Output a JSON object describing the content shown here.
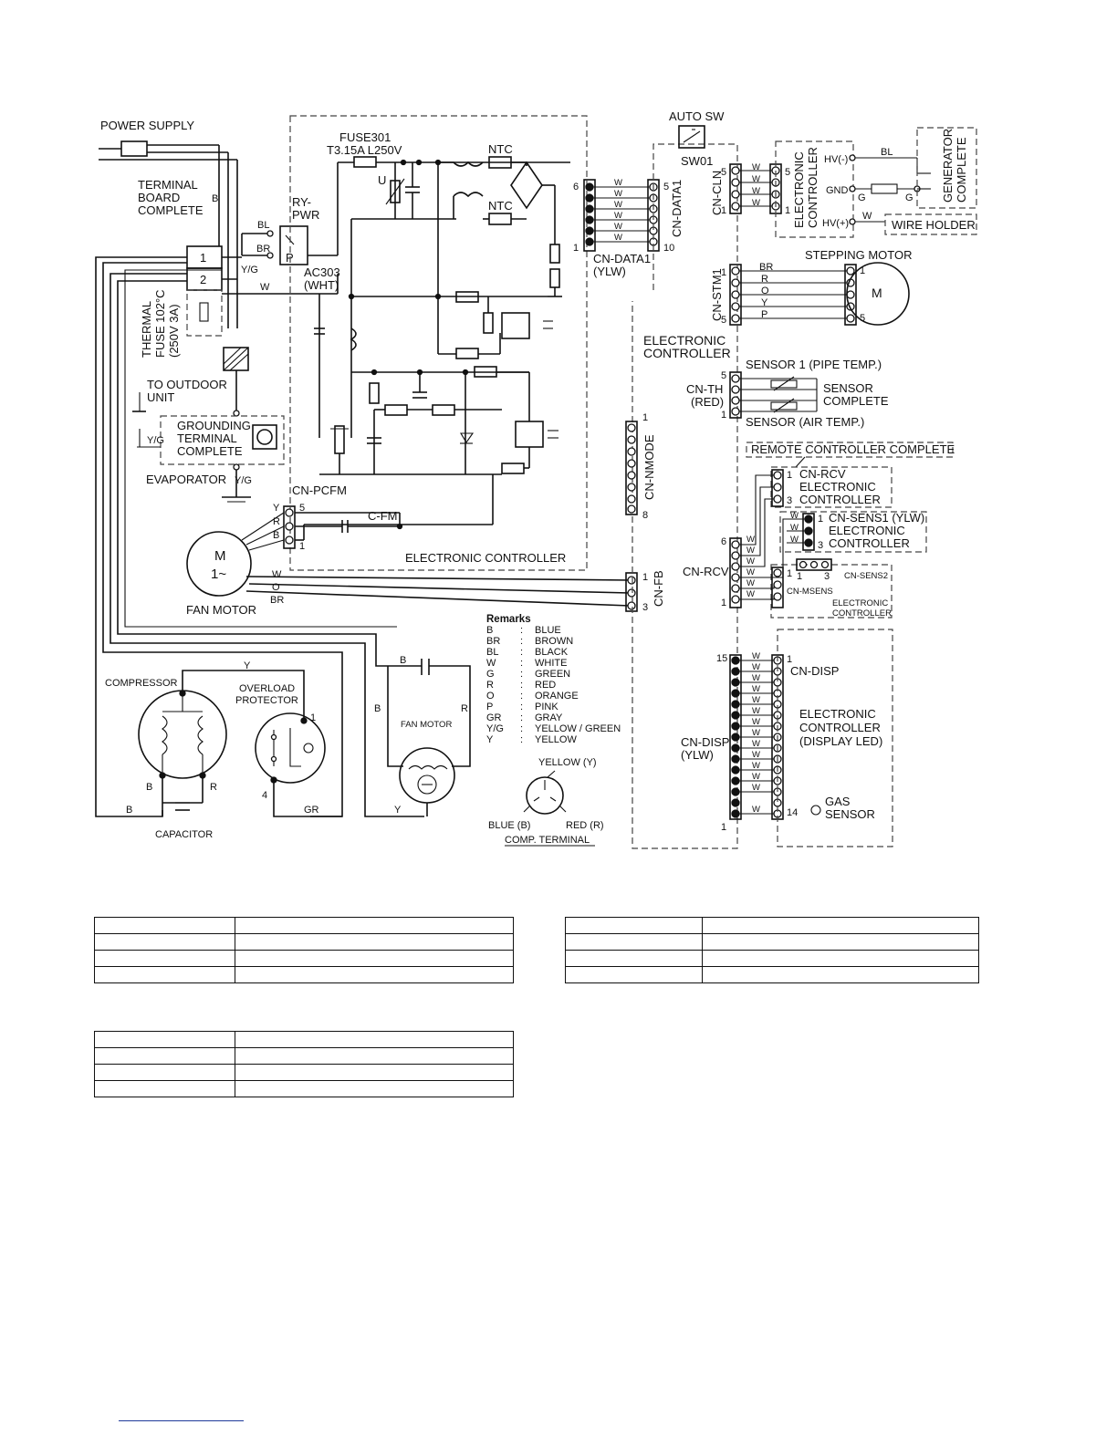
{
  "labels": {
    "power_supply": "POWER SUPPLY",
    "terminal_board": [
      "TERMINAL",
      "BOARD",
      "COMPLETE"
    ],
    "tb_b": "B",
    "fuse301": "FUSE301",
    "fuse301_rating": "T3.15A L250V",
    "ry_pwr": [
      "RY-",
      "PWR"
    ],
    "bl": "BL",
    "br": "BR",
    "p": "P",
    "yg": "Y/G",
    "w": "W",
    "ac303": [
      "AC303",
      "(WHT)"
    ],
    "u": "U",
    "ntc1": "NTC",
    "ntc2": "NTC",
    "tb_1": "1",
    "tb_2": "2",
    "thermal_fuse": [
      "THERMAL",
      "FUSE 102°C",
      "(250V 3A)"
    ],
    "to_outdoor": [
      "TO OUTDOOR",
      "UNIT"
    ],
    "grounding": [
      "GROUNDING",
      "TERMINAL",
      "COMPLETE"
    ],
    "evaporator": "EVAPORATOR",
    "evap_yg": "Y/G",
    "cn_pcfm": "CN-PCFM",
    "c_fm": "C-FM",
    "electronic_controller_main": "ELECTRONIC CONTROLLER",
    "fan_motor_m": "M",
    "fan_motor_phase": "1~",
    "fan_motor_label": "FAN MOTOR",
    "fm_w": "W",
    "fm_o": "O",
    "fm_br": "BR",
    "pcfm_y": "Y",
    "pcfm_r": "R",
    "pcfm_b": "B",
    "pcfm_5": "5",
    "pcfm_1": "1",
    "cn_data1_left": [
      "CN-DATA1",
      "(YLW)"
    ],
    "cn_data1_right": "CN-DATA1",
    "pin6": "6",
    "pin1": "1",
    "pin5": "5",
    "pin10": "10",
    "auto_sw": "AUTO SW",
    "sw01": "SW01",
    "cn_cln": "CN-CLN",
    "ec_vertical": [
      "ELECTRONIC",
      "CONTROLLER"
    ],
    "hv_minus": "HV(-)",
    "gnd": "GND",
    "hv_plus": "HV(+)",
    "gen_complete": [
      "GENERATOR",
      "COMPLETE"
    ],
    "wire_holder": "WIRE HOLDER",
    "gen_bl": "BL",
    "gen_g1": "G",
    "gen_g2": "G",
    "gen_w": "W",
    "stepping_motor": "STEPPING MOTOR",
    "cn_stm1": "CN-STM1",
    "stm_wires": [
      "BR",
      "R",
      "O",
      "Y",
      "P"
    ],
    "electronic_controller_side": [
      "ELECTRONIC",
      "CONTROLLER"
    ],
    "sensor1": "SENSOR 1 (PIPE TEMP.)",
    "cn_th": [
      "CN-TH",
      "(RED)"
    ],
    "sensor_complete": [
      "SENSOR",
      "COMPLETE"
    ],
    "sensor_air": "SENSOR (AIR TEMP.)",
    "cn_nmode": "CN-NMODE",
    "nmode_1": "1",
    "nmode_8": "8",
    "remote_controller_complete": "REMOTE CONTROLLER COMPLETE",
    "cn_rcv_box": [
      "CN-RCV",
      "ELECTRONIC",
      "CONTROLLER"
    ],
    "cn_sens1_box": [
      "CN-SENS1 (YLW)",
      "ELECTRONIC",
      "CONTROLLER"
    ],
    "cn_sens2": "CN-SENS2",
    "cn_msens": "CN-MSENS",
    "msens_ec": [
      "ELECTRONIC",
      "CONTROLLER"
    ],
    "cn_rcv": "CN-RCV",
    "cn_fb": "CN-FB",
    "fb_1": "1",
    "fb_3": "3",
    "remarks_title": "Remarks",
    "remarks": [
      [
        "B",
        "BLUE"
      ],
      [
        "BR",
        "BROWN"
      ],
      [
        "BL",
        "BLACK"
      ],
      [
        "W",
        "WHITE"
      ],
      [
        "G",
        "GREEN"
      ],
      [
        "R",
        "RED"
      ],
      [
        "O",
        "ORANGE"
      ],
      [
        "P",
        "PINK"
      ],
      [
        "GR",
        "GRAY"
      ],
      [
        "Y/G",
        "YELLOW / GREEN"
      ],
      [
        "Y",
        "YELLOW"
      ]
    ],
    "compressor": "COMPRESSOR",
    "overload": [
      "OVERLOAD",
      "PROTECTOR"
    ],
    "comp_b": "B",
    "comp_r": "R",
    "capacitor": "CAPACITOR",
    "cap_b": "B",
    "gr": "GR",
    "op_1": "1",
    "op_4": "4",
    "wire_y_top": "Y",
    "wire_y_bottom": "Y",
    "fm2_b_top": "B",
    "fm2_b": "B",
    "fm2_r": "R",
    "fan_motor2": "FAN MOTOR",
    "yellow_y": "YELLOW (Y)",
    "blue_b": "BLUE (B)",
    "red_r": "RED (R)",
    "comp_terminal": "COMP. TERMINAL",
    "cn_disp_right": "CN-DISP",
    "cn_disp_left": [
      "CN-DISP",
      "(YLW)"
    ],
    "disp_ec": [
      "ELECTRONIC",
      "CONTROLLER",
      "(DISPLAY LED)"
    ],
    "gas_sensor": [
      "GAS",
      "SENSOR"
    ],
    "disp_15": "15",
    "disp_1_right": "1",
    "disp_14": "14",
    "disp_1_left": "1"
  }
}
